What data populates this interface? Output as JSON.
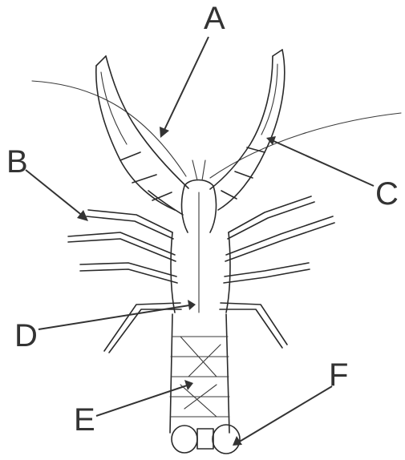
{
  "diagram": {
    "labels": {
      "A": "A",
      "B": "B",
      "C": "C",
      "D": "D",
      "E": "E",
      "F": "F"
    }
  },
  "colors": {
    "ink": "#2a2a2a",
    "label": "#333333",
    "background": "#ffffff"
  }
}
